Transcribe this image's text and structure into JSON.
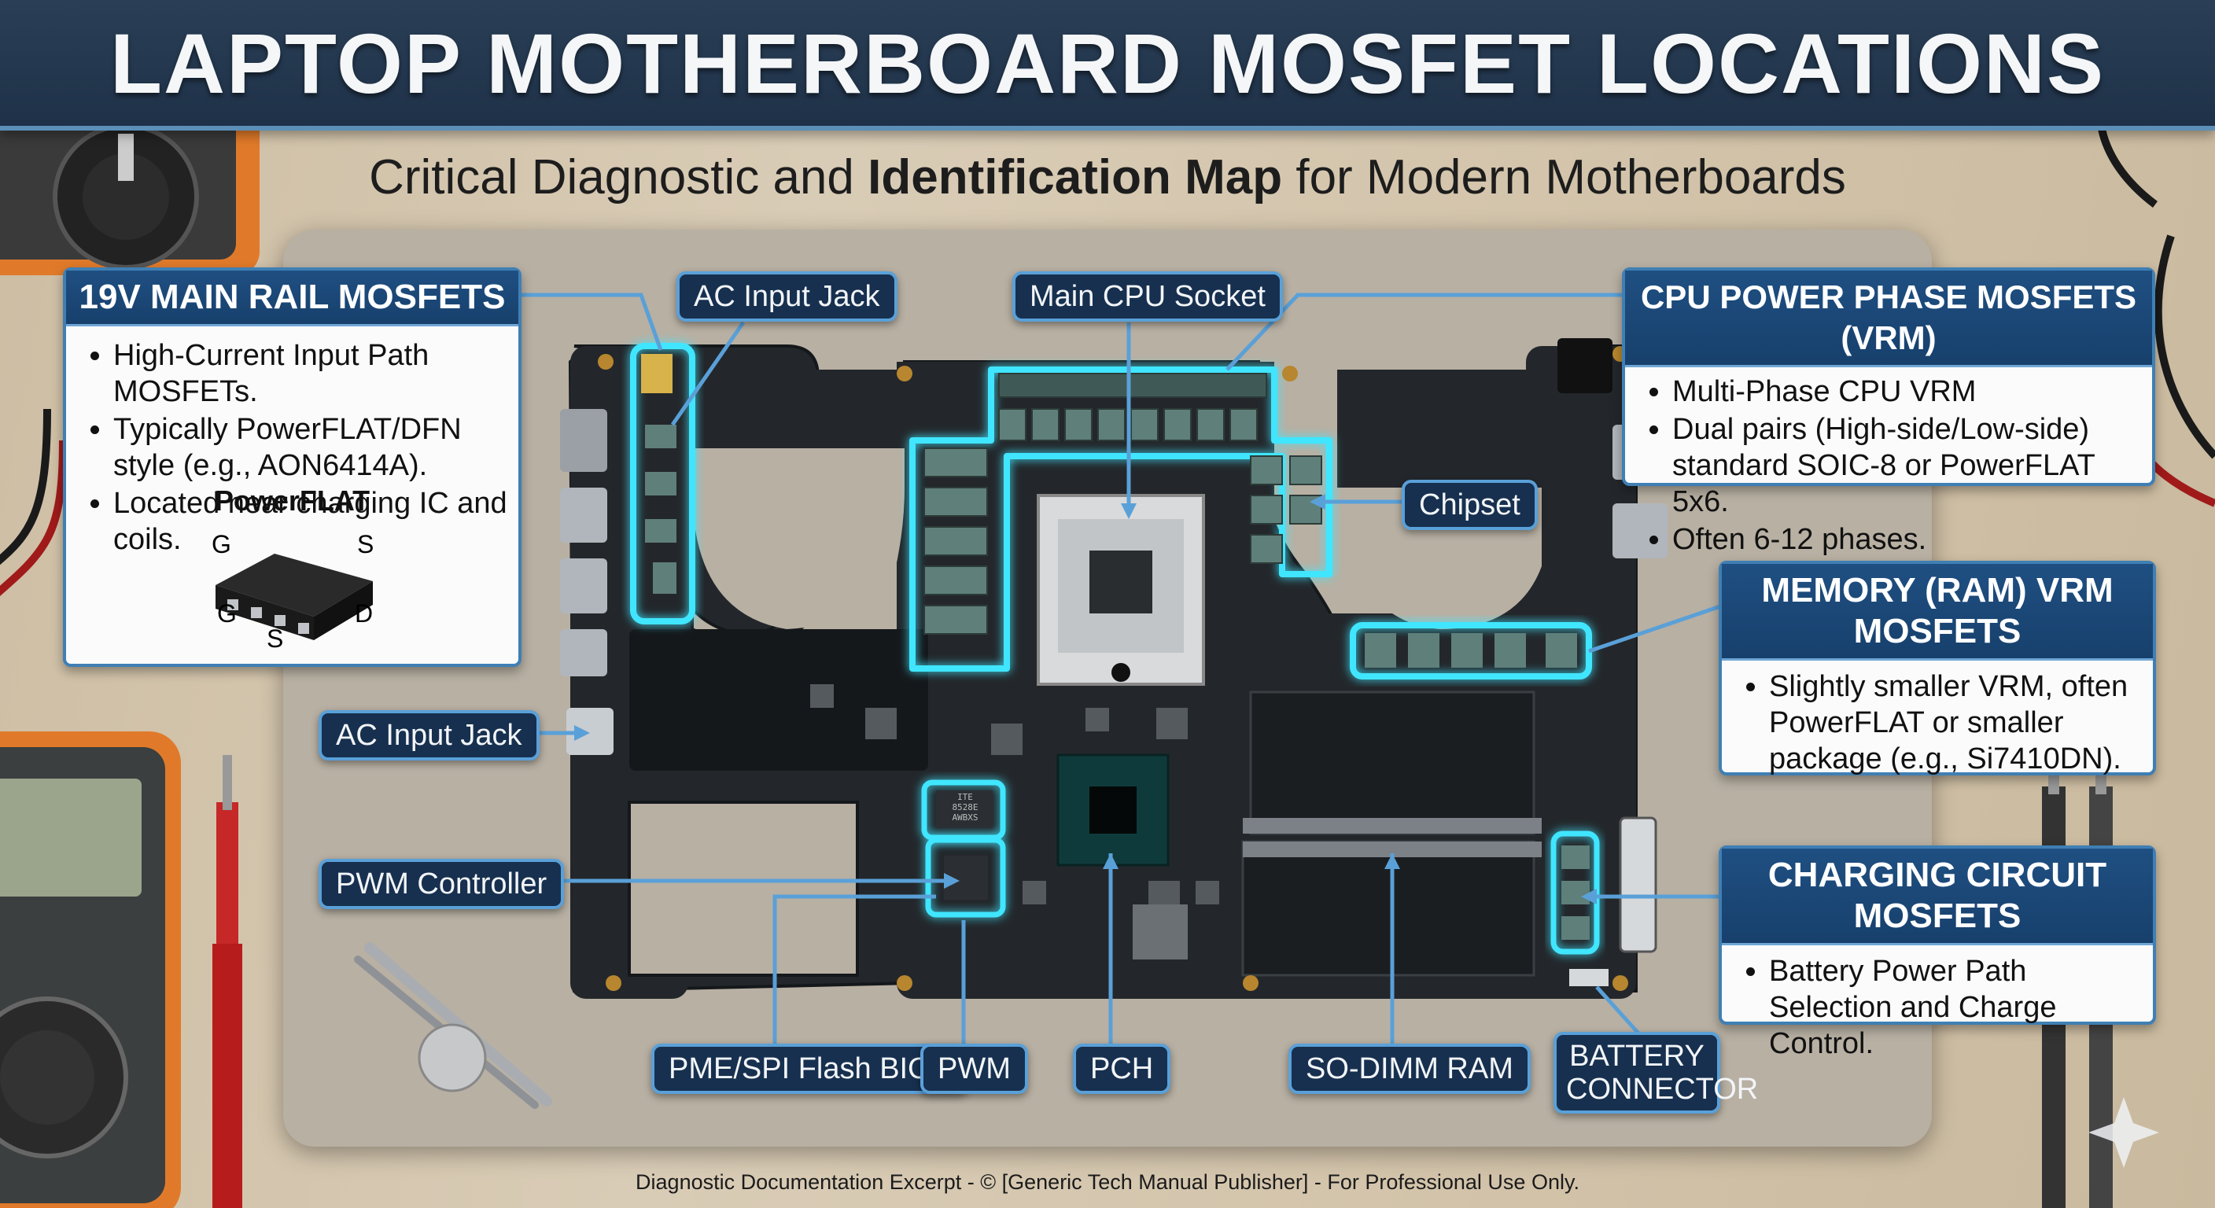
{
  "title": "LAPTOP MOTHERBOARD MOSFET LOCATIONS",
  "subtitle": {
    "part1": "Critical Diagnostic and ",
    "bold": "Identification Map",
    "part2": " for Modern Motherboards"
  },
  "callouts": {
    "main_rail": {
      "header": "19V MAIN RAIL MOSFETS",
      "bullets": [
        "High-Current Input Path MOSFETs.",
        "Typically PowerFLAT/DFN style (e.g., AON6414A).",
        "Located near charging IC and coils."
      ],
      "package": {
        "name": "PowerFLAT",
        "pins": [
          "G",
          "S",
          "G",
          "S",
          "D"
        ]
      }
    },
    "cpu_vrm": {
      "header": "CPU POWER PHASE MOSFETS (VRM)",
      "bullets": [
        "Multi-Phase CPU VRM",
        "Dual pairs (High-side/Low-side) standard SOIC-8 or PowerFLAT 5x6.",
        "Often 6-12 phases."
      ]
    },
    "memory_vrm": {
      "header": "MEMORY (RAM) VRM MOSFETS",
      "bullets": [
        "Slightly smaller VRM, often PowerFLAT or smaller package (e.g., Si7410DN)."
      ]
    },
    "charging": {
      "header": "CHARGING CIRCUIT MOSFETS",
      "bullets": [
        "Battery Power Path Selection and Charge Control."
      ]
    }
  },
  "labels": {
    "ac_input_top": "AC Input Jack",
    "cpu_socket": "Main CPU Socket",
    "chipset": "Chipset",
    "ac_input_side": "AC Input Jack",
    "pwm_controller": "PWM Controller",
    "flash_bios": "PME/SPI Flash BIOS",
    "pwm": "PWM",
    "pch": "PCH",
    "sodimm": "SO-DIMM RAM",
    "battery_connector": "BATTERY CONNECTOR"
  },
  "chip_markings": {
    "bios_chip": [
      "ITE",
      "8528E",
      "AWBXS"
    ]
  },
  "footer": "Diagnostic Documentation Excerpt - © [Generic Tech Manual Publisher] - For Professional Use Only.",
  "colors": {
    "title_bar": "#1e3148",
    "callout_header": "#1f4f82",
    "highlight_glow": "#3fe6ff",
    "board": "#23272b",
    "leader_line": "#5aa0d8"
  }
}
